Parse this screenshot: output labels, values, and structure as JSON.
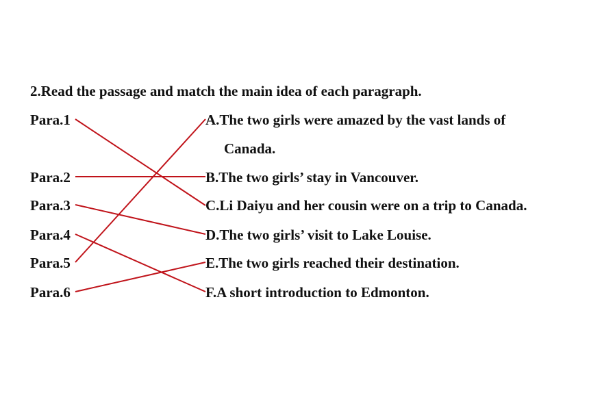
{
  "instruction": "2.Read the passage and match the main idea of each paragraph.",
  "paragraphs": [
    "Para.1",
    "Para.2",
    "Para.3",
    "Para.4",
    "Para.5",
    "Para.6"
  ],
  "options": [
    {
      "letter": "A",
      "line1": "A.The two girls were amazed by the vast lands of",
      "line2": "Canada."
    },
    {
      "letter": "B",
      "line1": "B.The two girls’  stay in Vancouver."
    },
    {
      "letter": "C",
      "line1": "C.Li Daiyu and her cousin were on a trip to Canada."
    },
    {
      "letter": "D",
      "line1": "D.The two girls’ visit to Lake Louise."
    },
    {
      "letter": "E",
      "line1": "E.The two girls reached their destination."
    },
    {
      "letter": "F",
      "line1": "F.A short introduction to Edmonton."
    }
  ],
  "matches": [
    {
      "para": "Para.1",
      "option": "C"
    },
    {
      "para": "Para.2",
      "option": "B"
    },
    {
      "para": "Para.3",
      "option": "D"
    },
    {
      "para": "Para.4",
      "option": "F"
    },
    {
      "para": "Para.5",
      "option": "A"
    },
    {
      "para": "Para.6",
      "option": "E"
    }
  ],
  "line_color": "#c0131a"
}
